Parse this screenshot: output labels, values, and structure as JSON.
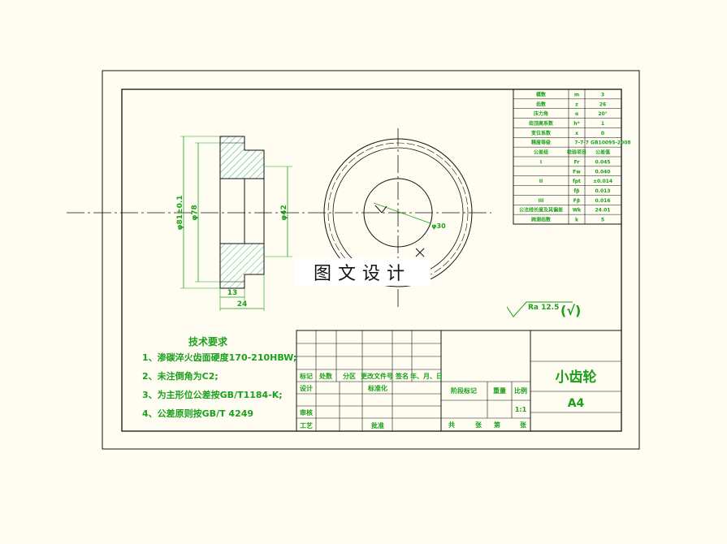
{
  "params": [
    {
      "name": "模数",
      "sym": "m",
      "val": "3"
    },
    {
      "name": "齿数",
      "sym": "z",
      "val": "26"
    },
    {
      "name": "压力角",
      "sym": "α",
      "val": "20°"
    },
    {
      "name": "齿顶高系数",
      "sym": "h*",
      "val": "1"
    },
    {
      "name": "变位系数",
      "sym": "x",
      "val": "0"
    },
    {
      "name": "精度等级",
      "sym": "",
      "val": "7-7-7 GB10095-2008"
    },
    {
      "name": "公差组",
      "sym": "检验项目",
      "val": "公差值"
    },
    {
      "name": "I",
      "sym": "Fr",
      "val": "0.045"
    },
    {
      "name": "",
      "sym": "Fw",
      "val": "0.040"
    },
    {
      "name": "II",
      "sym": "fpt",
      "val": "±0.014"
    },
    {
      "name": "",
      "sym": "fβ",
      "val": "0.013"
    },
    {
      "name": "III",
      "sym": "Fβ",
      "val": "0.016"
    },
    {
      "name": "公法线长度及其偏差",
      "sym": "Wk",
      "val": "24.01"
    },
    {
      "name": "跨测齿数",
      "sym": "k",
      "val": "5"
    }
  ],
  "dims": {
    "outer_dia": "φ81±0.1",
    "hub_dia": "φ78",
    "bore_dia": "φ42",
    "thk1": "13",
    "thk2": "24",
    "hole": "φ30"
  },
  "roughness": {
    "value": "Ra 12.5",
    "rest": "(√)"
  },
  "tech": {
    "title": "技术要求",
    "items": [
      "1、渗碳淬火齿面硬度170-210HBW;",
      "2、未注倒角为C2;",
      "3、为主形位公差按GB/T1184-K;",
      "4、公差原则按GB/T 4249"
    ]
  },
  "titleblock": {
    "part_name": "小齿轮",
    "size": "A4",
    "scale": "1:1",
    "head": [
      "标记",
      "处数",
      "分区",
      "更改文件号",
      "签名",
      "年、月、日"
    ],
    "design": "设计",
    "std": "标准化",
    "check": "审核",
    "process": "工艺",
    "approve": "批准",
    "stage": "阶段标记",
    "weight": "重量",
    "ratio": "比例",
    "sheets": [
      "共",
      "张",
      "第",
      "张"
    ]
  },
  "watermark": "图文设计"
}
